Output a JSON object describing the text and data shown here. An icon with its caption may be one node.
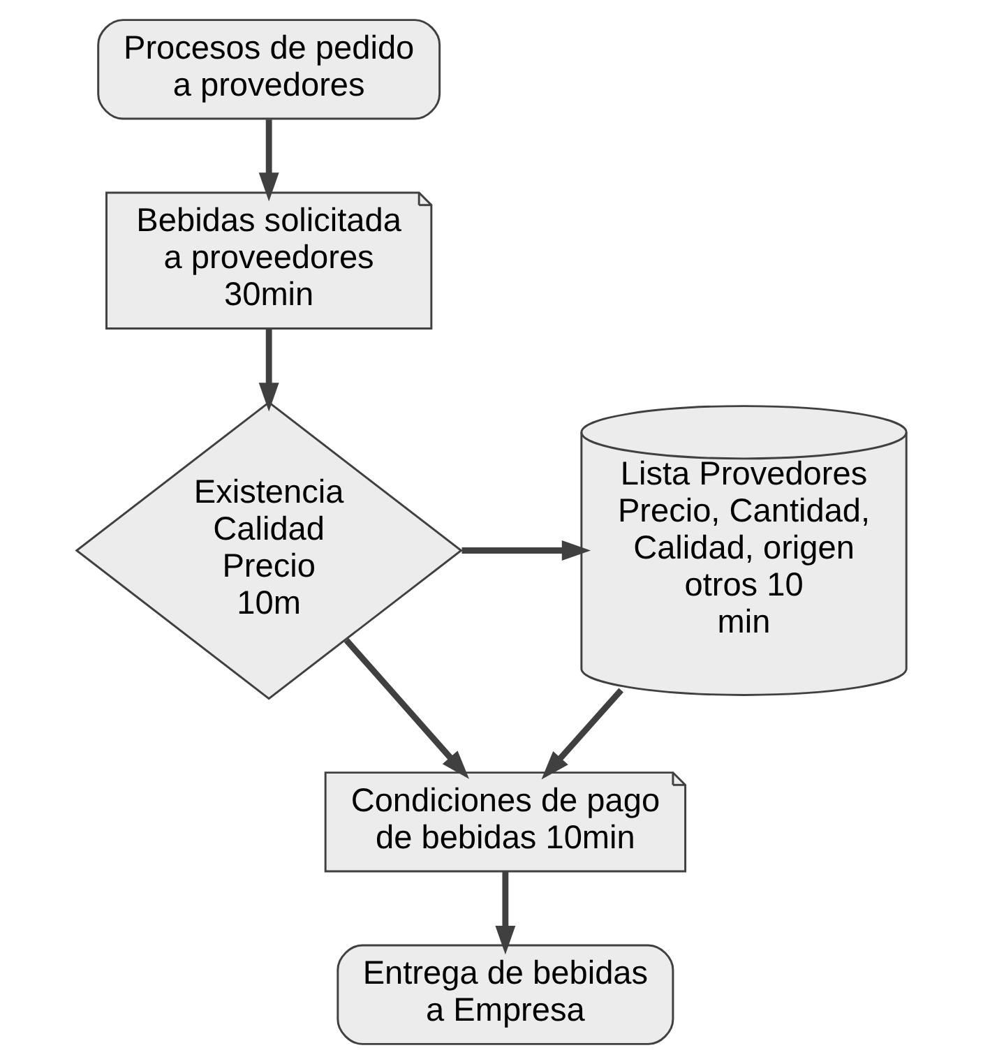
{
  "diagram": {
    "nodes": [
      {
        "text": [
          "Procesos de pedido a provedores"
        ]
      },
      {
        "text": [
          "Bebidas solicitada a proveedores 30min"
        ]
      },
      {
        "text": [
          "Existencia Calidad Precio 10m"
        ]
      },
      {
        "text": [
          "Lista Provedores Precio, Cantidad, Calidad, origen otros 10 min"
        ]
      },
      {
        "text": [
          "Condiciones de pago de bebidas 10min"
        ]
      },
      {
        "text": [
          "Entrega de bebidas a Empresa"
        ]
      }
    ],
    "edges": [
      {
        "from": 0,
        "to": 1,
        "arrow": "to"
      },
      {
        "from": 1,
        "to": 2,
        "arrow": "to"
      },
      {
        "from": 2,
        "to": 3,
        "arrow": "to"
      },
      {
        "from": 3,
        "to": 4,
        "arrow": "to"
      },
      {
        "from": 2,
        "to": 4,
        "arrow": "to"
      },
      {
        "from": 4,
        "to": 5,
        "arrow": "to"
      }
    ]
  }
}
